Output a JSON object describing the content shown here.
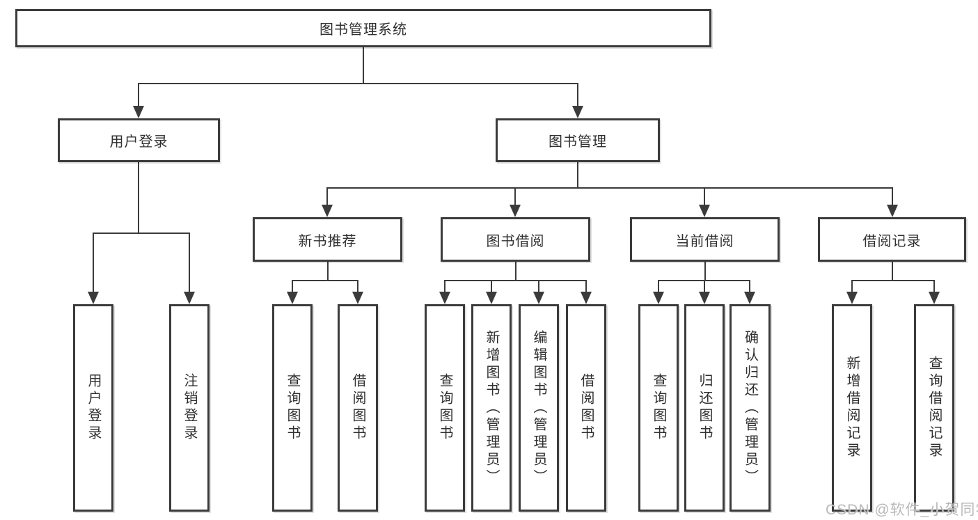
{
  "tree": {
    "root": {
      "label": "图书管理系统"
    },
    "branches": [
      {
        "label": "用户登录",
        "children": [
          {
            "label": "用户登录"
          },
          {
            "label": "注销登录"
          }
        ]
      },
      {
        "label": "图书管理",
        "children": [
          {
            "label": "新书推荐",
            "children": [
              {
                "label": "查询图书"
              },
              {
                "label": "借阅图书"
              }
            ]
          },
          {
            "label": "图书借阅",
            "children": [
              {
                "label": "查询图书"
              },
              {
                "label": "新增图书（管理员）"
              },
              {
                "label": "编辑图书（管理员）"
              },
              {
                "label": "借阅图书"
              }
            ]
          },
          {
            "label": "当前借阅",
            "children": [
              {
                "label": "查询图书"
              },
              {
                "label": "归还图书"
              },
              {
                "label": "确认归还（管理员）"
              }
            ]
          },
          {
            "label": "借阅记录",
            "children": [
              {
                "label": "新增借阅记录"
              },
              {
                "label": "查询借阅记录"
              }
            ]
          }
        ]
      }
    ]
  },
  "watermark": {
    "text": "CSDN @软件_小贺同学"
  },
  "colors": {
    "line": "#3b3b3b",
    "border": "#3b3b3b",
    "text": "#2f2f2f",
    "background": "#ffffff",
    "watermark": "#b9b9b9"
  }
}
